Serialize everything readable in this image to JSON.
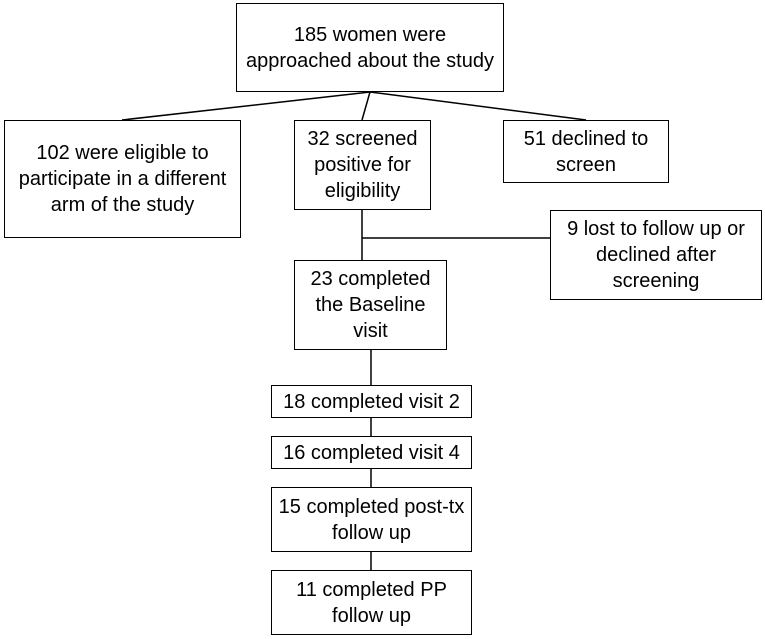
{
  "diagram": {
    "type": "flowchart",
    "line_color": "#000000",
    "box_border_color": "#000000",
    "box_fill_color": "#ffffff",
    "text_color": "#000000",
    "nodes": {
      "approached": "185 women were approached about the study",
      "eligible_other_arm": "102 were eligible to participate in a different arm of the study",
      "screened_positive": "32 screened positive for eligibility",
      "declined_screen": "51 declined to screen",
      "lost_followup": "9 lost to follow up or declined after screening",
      "baseline": "23 completed the Baseline visit",
      "visit2": "18 completed visit 2",
      "visit4": "16 completed visit 4",
      "post_tx": "15 completed post-tx follow up",
      "pp_followup": "11 completed PP follow up"
    },
    "edges": [
      {
        "from": "approached",
        "to": "eligible_other_arm"
      },
      {
        "from": "approached",
        "to": "screened_positive"
      },
      {
        "from": "approached",
        "to": "declined_screen"
      },
      {
        "from": "screened_positive",
        "to": "lost_followup"
      },
      {
        "from": "screened_positive",
        "to": "baseline"
      },
      {
        "from": "baseline",
        "to": "visit2"
      },
      {
        "from": "visit2",
        "to": "visit4"
      },
      {
        "from": "visit4",
        "to": "post_tx"
      },
      {
        "from": "post_tx",
        "to": "pp_followup"
      }
    ]
  }
}
